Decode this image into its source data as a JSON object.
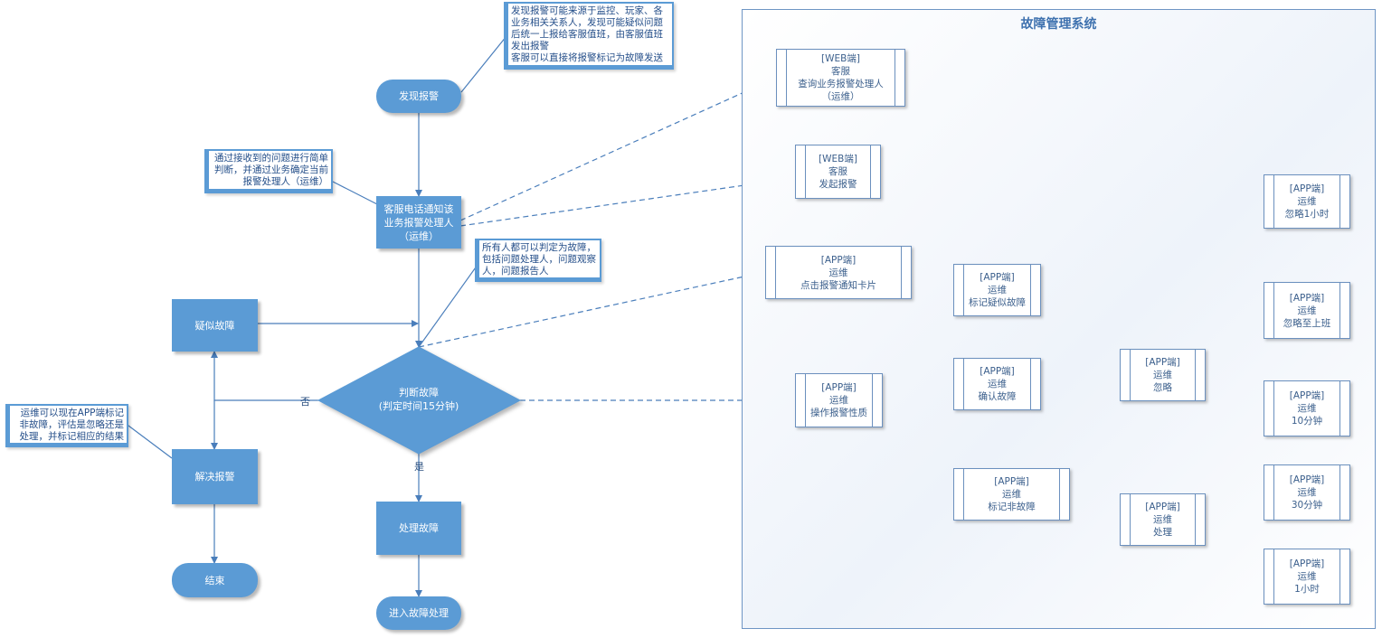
{
  "panel": {
    "title": "故障管理系统"
  },
  "flow": {
    "discover": "发现报警",
    "cs_notify": "客服电话通知该业务报警处理人（运维）",
    "suspected": "疑似故障",
    "judge": "判断故障",
    "judge_sub": "(判定时间15分钟)",
    "resolve": "解决报警",
    "end": "结束",
    "handle": "处理故障",
    "enter": "进入故障处理",
    "no_label": "否",
    "yes_label": "是"
  },
  "notes": {
    "discover_note": "发现报警可能来源于监控、玩家、各业务相关关系人，发现可能疑似问题后统一上报给客服值班，由客服值班发出报警\n客服可以直接将报警标记为故障发送",
    "cs_note": "通过接收到的问题进行简单判断，并通过业务确定当前报警处理人（运维）",
    "anyone_note": "所有人都可以判定为故障，包括问题处理人，问题观察人，问题报告人",
    "ops_note": "运维可以现在APP端标记非故障，评估是忽略还是处理，并标记相应的结果"
  },
  "system": {
    "web_query": [
      "[WEB端]",
      "客服",
      "查询业务报警处理人",
      "（运维）"
    ],
    "web_alarm": [
      "[WEB端]",
      "客服",
      "发起报警"
    ],
    "app_card": [
      "[APP端]",
      "运维",
      "点击报警通知卡片"
    ],
    "app_nature": [
      "[APP端]",
      "运维",
      "操作报警性质"
    ],
    "mark_suspect": [
      "[APP端]",
      "运维",
      "标记疑似故障"
    ],
    "confirm": [
      "[APP端]",
      "运维",
      "确认故障"
    ],
    "mark_non": [
      "[APP端]",
      "运维",
      "标记非故障"
    ],
    "ignore": [
      "[APP端]",
      "运维",
      "忽略"
    ],
    "process": [
      "[APP端]",
      "运维",
      "处理"
    ],
    "ignore_1h": [
      "[APP端]",
      "运维",
      "忽略1小时"
    ],
    "ignore_work": [
      "[APP端]",
      "运维",
      "忽略至上班"
    ],
    "min10": [
      "[APP端]",
      "运维",
      "10分钟"
    ],
    "min30": [
      "[APP端]",
      "运维",
      "30分钟"
    ],
    "hour1": [
      "[APP端]",
      "运维",
      "1小时"
    ]
  },
  "colors": {
    "shape_fill": "#5b9bd5",
    "line": "#4a7ebb",
    "panel_border": "#6e95c4"
  }
}
